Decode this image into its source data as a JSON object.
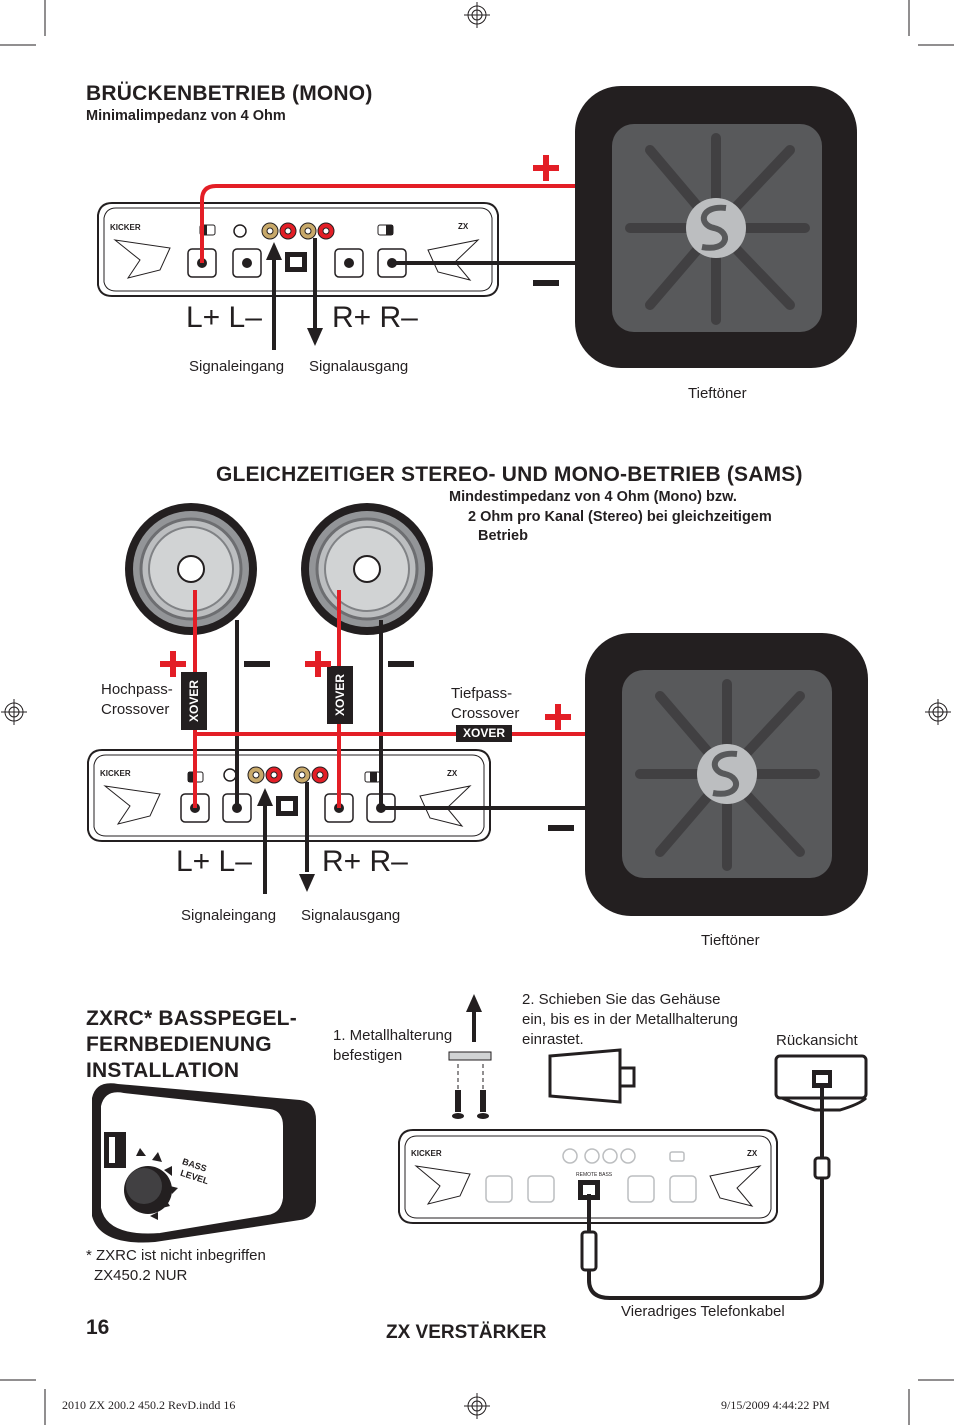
{
  "section1": {
    "title": "BRÜCKENBETRIEB (MONO)",
    "subtitle": "Minimalimpedanz von 4 Ohm",
    "terminals_left": "L+  L–",
    "terminals_right": "R+  R–",
    "signal_in": "Signaleingang",
    "signal_out": "Signalausgang",
    "woofer": "Tieftöner"
  },
  "section2": {
    "title": "GLEICHZEITIGER STEREO- UND MONO-BETRIEB (SAMS)",
    "subtitle_line1": "Mindestimpedanz von 4 Ohm (Mono) bzw.",
    "subtitle_line2": "2 Ohm pro Kanal (Stereo) bei gleichzeitigem",
    "subtitle_line3": "Betrieb",
    "highpass_line1": "Hochpass-",
    "highpass_line2": "Crossover",
    "lowpass_line1": "Tiefpass-",
    "lowpass_line2": "Crossover",
    "xover": "XOVER",
    "terminals_left": "L+  L–",
    "terminals_right": "R+  R–",
    "signal_in": "Signaleingang",
    "signal_out": "Signalausgang",
    "woofer": "Tieftöner"
  },
  "section3": {
    "title_line1": "ZXRC* BASSPEGEL-",
    "title_line2": "FERNBEDIENUNG",
    "title_line3": "INSTALLATION",
    "step1_line1": "1. Metallhalterung",
    "step1_line2": "befestigen",
    "step2_line1": "2. Schieben Sie das Gehäuse",
    "step2_line2": "ein, bis es in der Metallhalterung",
    "step2_line3": "einrastet.",
    "rear_view": "Rückansicht",
    "remote_label_1": "BASS",
    "remote_label_2": "LEVEL",
    "note_line1": "* ZXRC ist nicht inbegriffen",
    "note_line2": "ZX450.2 NUR",
    "cable": "Vieradriges Telefonkabel"
  },
  "amp": {
    "brand": "KICKER",
    "model": "ZX",
    "port_label": "REMOTE BASS"
  },
  "page": {
    "number": "16",
    "footer_title": "ZX VERSTÄRKER",
    "file": "2010 ZX 200.2 450.2 RevD.indd   16",
    "date": "9/15/2009   4:44:22 PM"
  },
  "colors": {
    "red": "#e31e26",
    "black": "#231f20",
    "woofer_frame": "#231f20",
    "woofer_cone": "#58595b"
  }
}
